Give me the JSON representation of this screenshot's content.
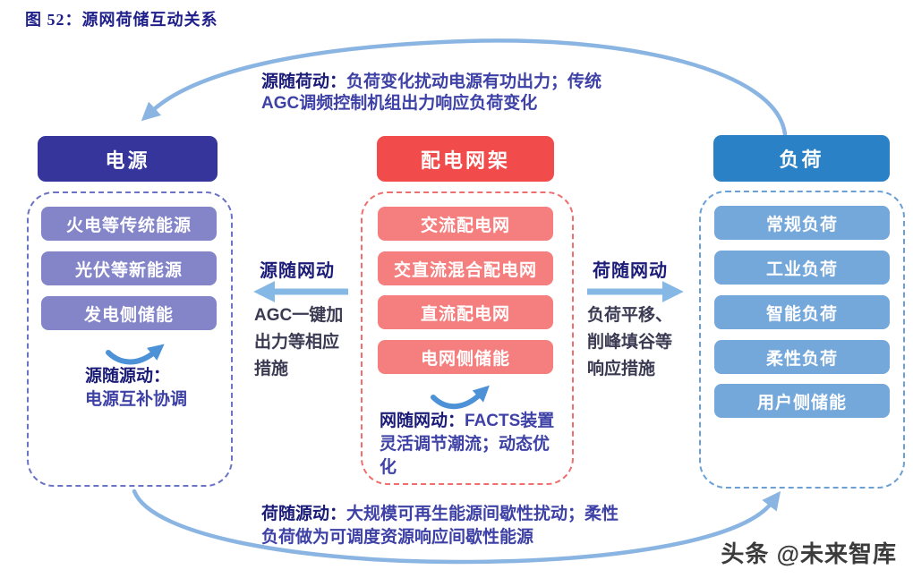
{
  "figure": {
    "title": "图 52：源网荷储互动关系"
  },
  "top_annotation": {
    "lead": "源随荷动：",
    "line1_rest": "负荷变化扰动电源有功出力；传统",
    "line2": "AGC调频控制机组出力响应负荷变化"
  },
  "columns": {
    "source": {
      "header": "电源",
      "items": [
        "火电等传统能源",
        "光伏等新能源",
        "发电侧储能"
      ],
      "note_lead": "源随源动：",
      "note_body": "电源互补协调"
    },
    "grid": {
      "header": "配电网架",
      "items": [
        "交流配电网",
        "交直流混合配电网",
        "直流配电网",
        "电网侧储能"
      ],
      "note_lead": "网随网动：",
      "note_body": "FACTS装置灵活调节潮流；动态优化"
    },
    "load": {
      "header": "负荷",
      "items": [
        "常规负荷",
        "工业负荷",
        "智能负荷",
        "柔性负荷",
        "用户侧储能"
      ]
    }
  },
  "left_link": {
    "label": "源随网动",
    "desc": "AGC一键加出力等相应措施"
  },
  "right_link": {
    "label": "荷随网动",
    "desc": "负荷平移、削峰填谷等响应措施"
  },
  "bottom_annotation": {
    "lead": "荷随源动：",
    "line1_rest": "大规模可再生能源间歇性扰动；柔性",
    "line2": "负荷做为可调度资源响应间歇性能源"
  },
  "watermark": "头条 @未来智库",
  "colors": {
    "title_text": "#1F1F8A",
    "annotation_lead": "#1B1B78",
    "annotation_body": "#3E41A5",
    "link_desc": "#3A3A52",
    "source_header_bg": "#35359B",
    "source_item_bg": "#8484C9",
    "source_border": "#6B74C4",
    "grid_header_bg": "#F24B4B",
    "grid_item_bg": "#F57F7F",
    "grid_border": "#EF6F6F",
    "load_header_bg": "#2B81C5",
    "load_item_bg": "#74A7DA",
    "load_border": "#6BA0D4",
    "arc_blue": "#8AB5E2",
    "arrow_blue": "#85B8E4",
    "swoosh_blue": "#4D92D6",
    "watermark_text": "#3B3B3B"
  }
}
